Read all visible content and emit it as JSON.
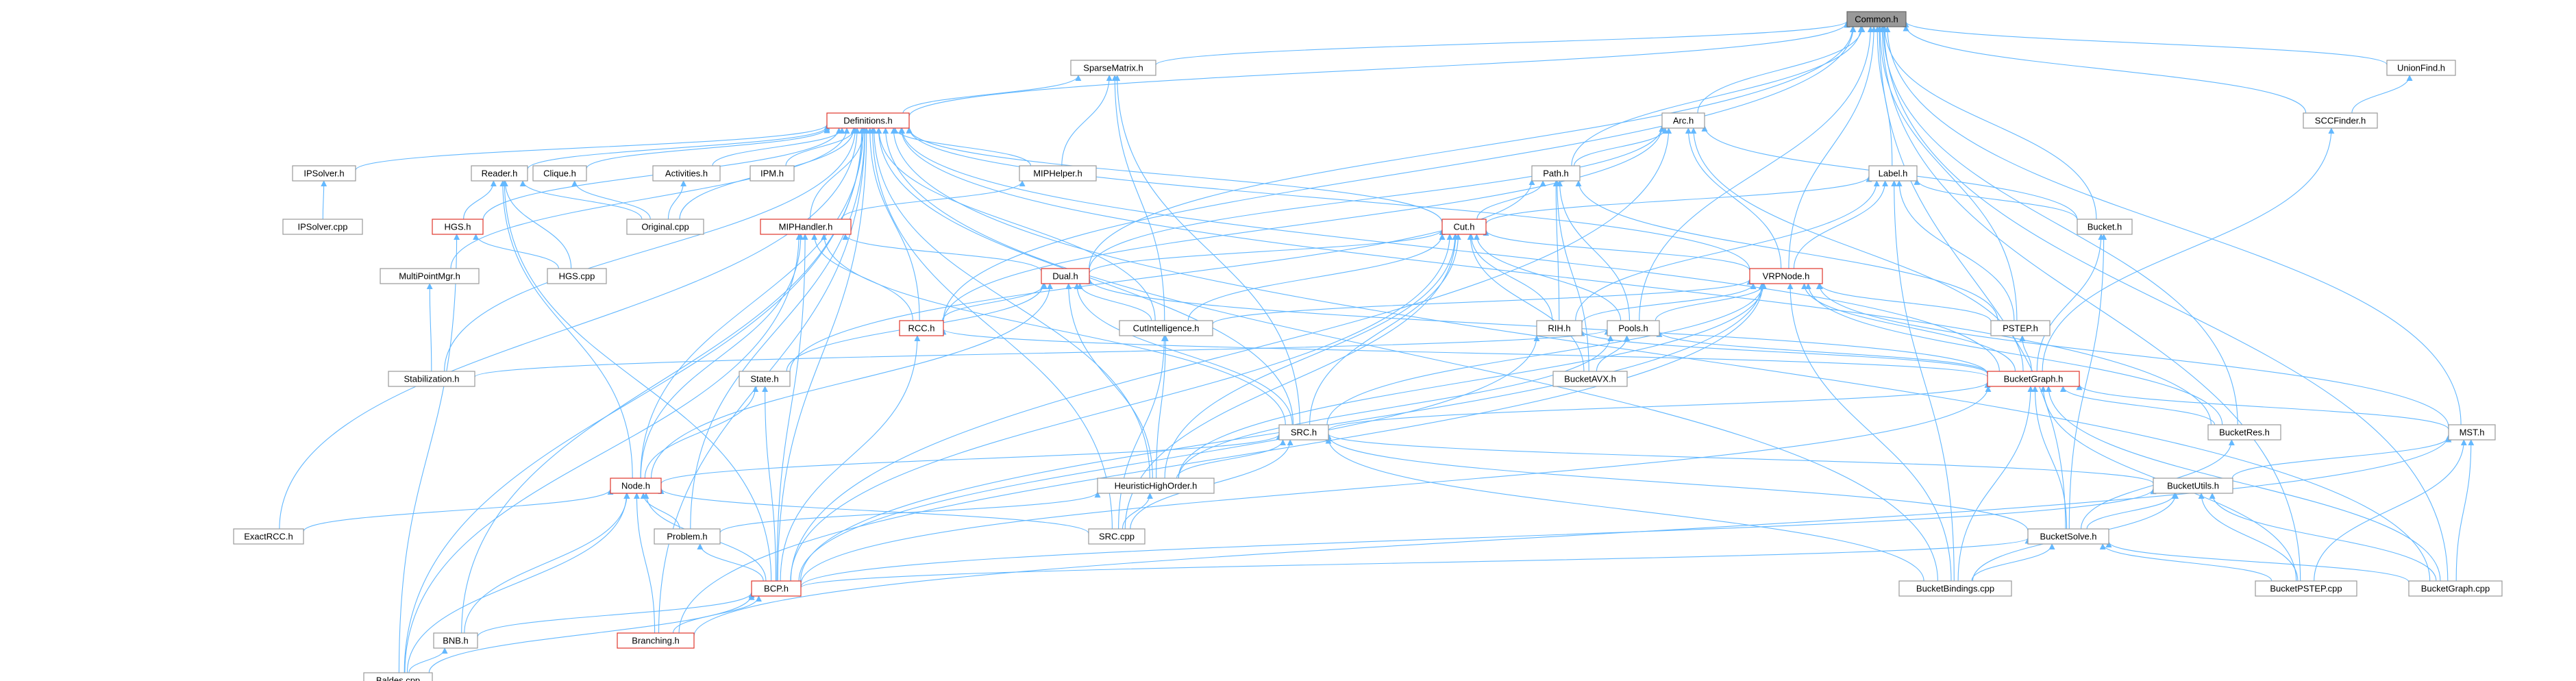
{
  "graph": {
    "root": "Common.h",
    "edge_color": "#63b8ff",
    "node_border": "#999999",
    "highlight_border": "#e0362b",
    "root_fill": "#999999",
    "nodes": [
      {
        "id": "common",
        "label": "Common.h"
      },
      {
        "id": "sparse",
        "label": "SparseMatrix.h"
      },
      {
        "id": "unionfind",
        "label": "UnionFind.h"
      },
      {
        "id": "definitions",
        "label": "Definitions.h"
      },
      {
        "id": "arc",
        "label": "Arc.h"
      },
      {
        "id": "sccfinder",
        "label": "SCCFinder.h"
      },
      {
        "id": "ipsolverh",
        "label": "IPSolver.h"
      },
      {
        "id": "reader",
        "label": "Reader.h"
      },
      {
        "id": "clique",
        "label": "Clique.h"
      },
      {
        "id": "activities",
        "label": "Activities.h"
      },
      {
        "id": "ipm",
        "label": "IPM.h"
      },
      {
        "id": "miphelper",
        "label": "MIPHelper.h"
      },
      {
        "id": "path",
        "label": "Path.h"
      },
      {
        "id": "label",
        "label": "Label.h"
      },
      {
        "id": "ipsolvercpp",
        "label": "IPSolver.cpp"
      },
      {
        "id": "hgsh",
        "label": "HGS.h"
      },
      {
        "id": "original",
        "label": "Original.cpp"
      },
      {
        "id": "miphandler",
        "label": "MIPHandler.h"
      },
      {
        "id": "cut",
        "label": "Cut.h"
      },
      {
        "id": "bucket",
        "label": "Bucket.h"
      },
      {
        "id": "multipoint",
        "label": "MultiPointMgr.h"
      },
      {
        "id": "hgscpp",
        "label": "HGS.cpp"
      },
      {
        "id": "dual",
        "label": "Dual.h"
      },
      {
        "id": "vrpnode",
        "label": "VRPNode.h"
      },
      {
        "id": "rcc",
        "label": "RCC.h"
      },
      {
        "id": "cutint",
        "label": "CutIntelligence.h"
      },
      {
        "id": "rih",
        "label": "RIH.h"
      },
      {
        "id": "pools",
        "label": "Pools.h"
      },
      {
        "id": "pstep",
        "label": "PSTEP.h"
      },
      {
        "id": "stab",
        "label": "Stabilization.h"
      },
      {
        "id": "state",
        "label": "State.h"
      },
      {
        "id": "bucketavx",
        "label": "BucketAVX.h"
      },
      {
        "id": "bucketgraph",
        "label": "BucketGraph.h"
      },
      {
        "id": "src",
        "label": "SRC.h"
      },
      {
        "id": "bucketres",
        "label": "BucketRes.h"
      },
      {
        "id": "mst",
        "label": "MST.h"
      },
      {
        "id": "node",
        "label": "Node.h"
      },
      {
        "id": "heuristic",
        "label": "HeuristicHighOrder.h"
      },
      {
        "id": "bucketutils",
        "label": "BucketUtils.h"
      },
      {
        "id": "exactrcc",
        "label": "ExactRCC.h"
      },
      {
        "id": "problem",
        "label": "Problem.h"
      },
      {
        "id": "srccpp",
        "label": "SRC.cpp"
      },
      {
        "id": "bucketsolve",
        "label": "BucketSolve.h"
      },
      {
        "id": "bcp",
        "label": "BCP.h"
      },
      {
        "id": "bucketbindings",
        "label": "BucketBindings.cpp"
      },
      {
        "id": "bucketpstep",
        "label": "BucketPSTEP.cpp"
      },
      {
        "id": "bucketgraphcpp",
        "label": "BucketGraph.cpp"
      },
      {
        "id": "bnb",
        "label": "BNB.h"
      },
      {
        "id": "branching",
        "label": "Branching.h"
      },
      {
        "id": "baldes",
        "label": "Baldes.cpp"
      }
    ]
  }
}
